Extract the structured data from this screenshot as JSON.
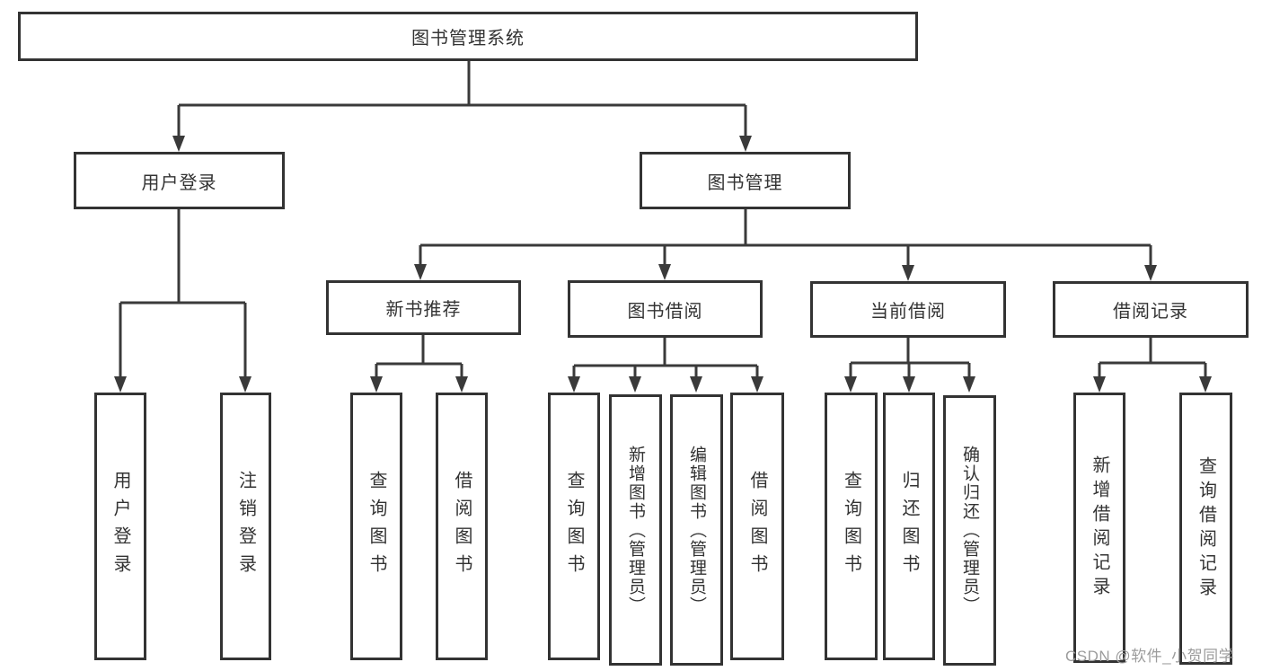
{
  "tree": {
    "root": "图书管理系统",
    "children": [
      {
        "label": "用户登录",
        "children": [
          "用户登录",
          "注销登录"
        ]
      },
      {
        "label": "图书管理",
        "children": [
          {
            "label": "新书推荐",
            "children": [
              "查询图书",
              "借阅图书"
            ]
          },
          {
            "label": "图书借阅",
            "children": [
              "查询图书",
              "新增图书（管理员）",
              "编辑图书（管理员）",
              "借阅图书"
            ]
          },
          {
            "label": "当前借阅",
            "children": [
              "查询图书",
              "归还图书",
              "确认归还（管理员）"
            ]
          },
          {
            "label": "借阅记录",
            "children": [
              "新增借阅记录",
              "查询借阅记录"
            ]
          }
        ]
      }
    ]
  },
  "watermark": "CSDN @软件_小贺同学",
  "colors": {
    "line": "#3a3a3a",
    "node_border": "#333333",
    "node_text": "#333333",
    "watermark_text": "#9c9c9c",
    "background": "#ffffff"
  }
}
